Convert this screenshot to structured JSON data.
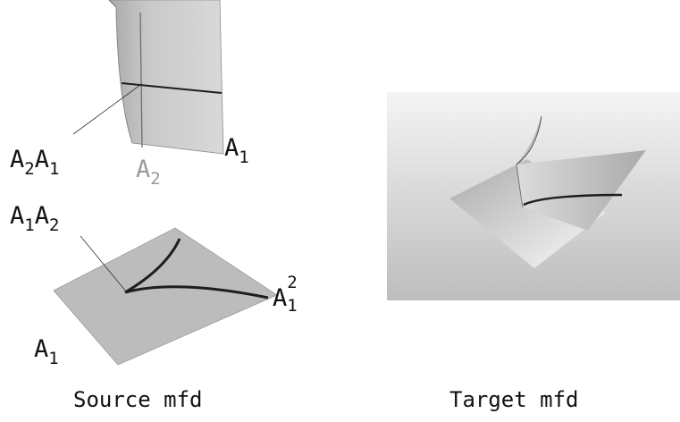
{
  "source": {
    "labels": {
      "a2a1_top": {
        "A": "A",
        "sub2": "2",
        "A_b": "A",
        "sub1": "1"
      },
      "a1_top": {
        "A": "A",
        "sub": "1"
      },
      "a2_top": {
        "A": "A",
        "sub": "2"
      },
      "a1a2_bottom": {
        "A": "A",
        "sub1": "1",
        "A_b": "A",
        "sub2": "2"
      },
      "a1sq_bottom": {
        "A": "A",
        "sub": "1",
        "sup": "2"
      },
      "a1_bottom": {
        "A": "A",
        "sub": "1"
      }
    },
    "caption": "Source mfd"
  },
  "target": {
    "caption": "Target mfd"
  },
  "colors": {
    "surface_gray": "#b8b8b8",
    "curve": "#1e1e1e",
    "label_gray": "#9a9a9a"
  }
}
